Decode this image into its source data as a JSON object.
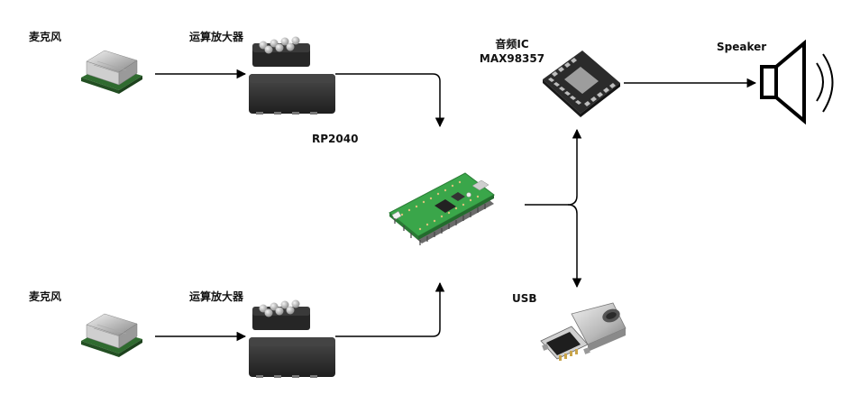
{
  "labels": {
    "mic_top": "麦克风",
    "opamp_top": "运算放大器",
    "mic_bottom": "麦克风",
    "opamp_bottom": "运算放大器",
    "rp2040": "RP2040",
    "audio_ic_line1": "音频IC",
    "audio_ic_line2": "MAX98357",
    "speaker": "Speaker",
    "usb": "USB"
  },
  "icons": {
    "microphone": "mems-microphone-icon",
    "opamp": "opamp-chip-icon",
    "mcu_board": "pico-board-icon",
    "audio_ic": "qfn-chip-icon",
    "speaker": "speaker-icon",
    "usb": "usb-c-connector-icon"
  },
  "colors": {
    "line": "#000000",
    "board_green": "#3aa64a",
    "chip_dark": "#2b2b2b"
  }
}
